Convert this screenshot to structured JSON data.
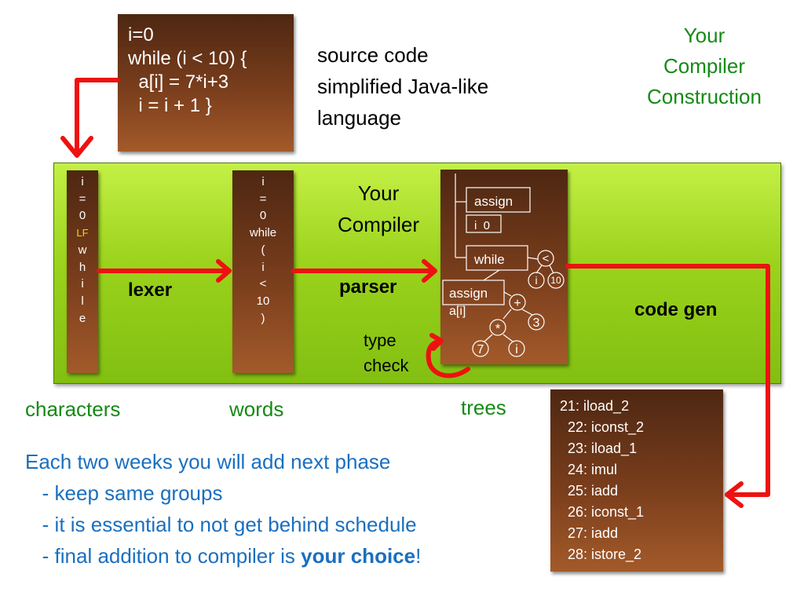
{
  "source": {
    "lines": [
      "i=0",
      "while (i < 10) {",
      "  a[i] = 7*i+3",
      "  i = i + 1 }"
    ],
    "description": [
      "source code",
      "simplified Java-like",
      "language"
    ]
  },
  "title": [
    "Your",
    "Compiler",
    "Construction"
  ],
  "center_label": [
    "Your",
    "Compiler"
  ],
  "characters": [
    "i",
    "=",
    "0",
    "LF",
    "w",
    "h",
    "i",
    "l",
    "e"
  ],
  "words": [
    "i",
    "=",
    "0",
    "while",
    "(",
    "i",
    "<",
    "10",
    ")"
  ],
  "stages": {
    "lexer": "lexer",
    "parser": "parser",
    "type_check": [
      "type",
      "check"
    ],
    "code_gen": "code gen"
  },
  "tree": {
    "assign_top": "assign",
    "assign_top_args": "i  0",
    "while": "while",
    "lt": "<",
    "lt_left": "i",
    "lt_right": "10",
    "assign_inner": "assign",
    "assign_inner_target": "a[i]",
    "plus": "+",
    "plus_right": "3",
    "times": "*",
    "times_left": "7",
    "times_right": "i"
  },
  "kinds": {
    "characters": "characters",
    "words": "words",
    "trees": "trees"
  },
  "bytecode": [
    "21: iload_2",
    "  22: iconst_2",
    "  23: iload_1",
    "  24: imul",
    "  25: iadd",
    "  26: iconst_1",
    "  27: iadd",
    "  28: istore_2"
  ],
  "notes": {
    "line1": "Each two weeks you will add next phase",
    "line2": "   - keep same groups",
    "line3": "   - it is essential to not get behind schedule",
    "line4_prefix": "   - final addition to compiler is ",
    "line4_bold": "your choice",
    "line4_suffix": "!"
  },
  "colors": {
    "arrow": "#ee1111",
    "green_text": "#158a15",
    "blue_text": "#1a6fbf",
    "panel": "#9bd31c",
    "box": "#7a3e1c"
  }
}
